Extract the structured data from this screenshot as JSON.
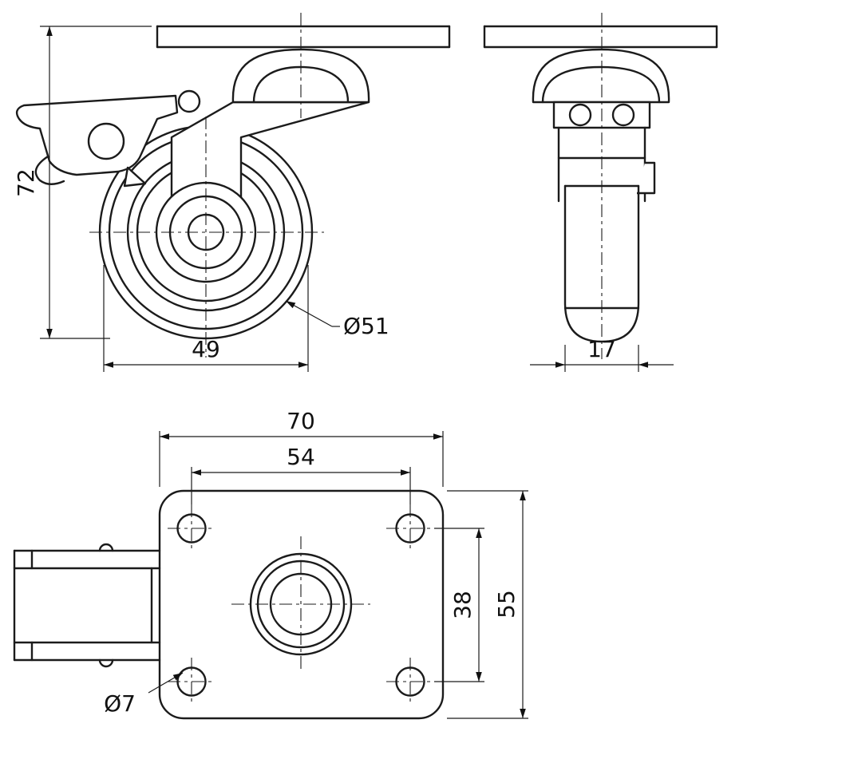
{
  "background": "#ffffff",
  "ink_color": "#1b1b1b",
  "drawing": {
    "front_view": {
      "overall_height": "72",
      "wheel_span": "49",
      "wheel_diameter": "Ø51"
    },
    "side_view": {
      "wheel_width": "17"
    },
    "plan_view": {
      "plate_width": "70",
      "bolt_pitch_horizontal": "54",
      "bolt_pitch_vertical": "38",
      "plate_depth": "55",
      "bolt_hole_diameter": "Ø7"
    }
  }
}
